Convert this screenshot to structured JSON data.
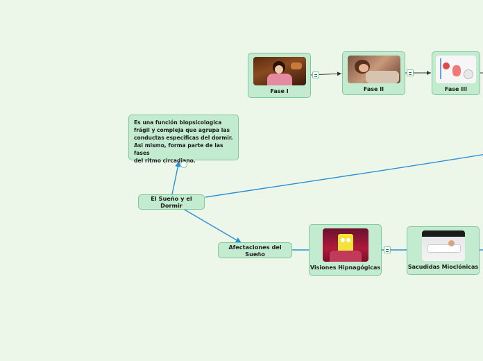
{
  "root": {
    "label": "El Sueño y el Dormir"
  },
  "definition": {
    "lines": [
      "Es una función  biopsicologica",
      "frágil y compleja que agrupa las",
      "conductas especificas del dormir.",
      "Asi mismo, forma parte de las fases",
      "del ritmo circadiano."
    ]
  },
  "affectations": {
    "label": "Afectaciones del Sueño"
  },
  "phases": [
    {
      "label": "Fase I",
      "image": "girl-in-bed-image"
    },
    {
      "label": "Fase II",
      "image": "woman-sleeping-image"
    },
    {
      "label": "Fase III",
      "image": "sleep-monitor-image"
    }
  ],
  "affectation_items": [
    {
      "label": "Visiones Hipnagógicas",
      "image": "cartoon-character-image"
    },
    {
      "label": "Sacudidas Mioclónicas",
      "image": "person-jolting-in-bed-image"
    }
  ],
  "colors": {
    "background": "#ecf7ea",
    "node_fill": "#c2ebcf",
    "node_border": "#7fc79b",
    "connector": "#2b8fd6",
    "phase_arrow": "#333333"
  }
}
